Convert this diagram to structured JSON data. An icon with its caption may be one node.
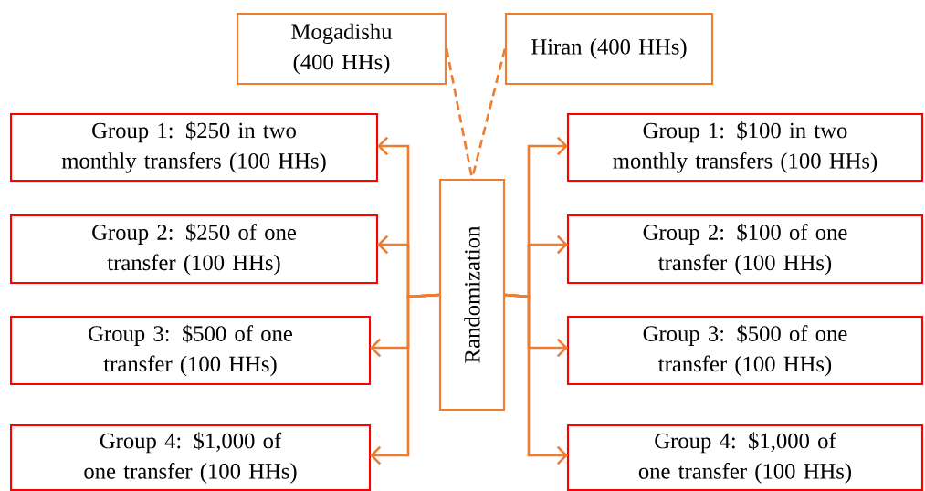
{
  "diagram": {
    "nodes": [
      {
        "text": [
          "Mogadishu (400 HHs)"
        ]
      },
      {
        "text": [
          "Hiran (400 HHs)"
        ]
      },
      {
        "text": [
          "Randomization"
        ]
      },
      {
        "text": [
          "Group 1: $250 in two monthly transfers (100 HHs)"
        ]
      },
      {
        "text": [
          "Group 2: $250 of one transfer (100 HHs)"
        ]
      },
      {
        "text": [
          "Group 3: $500 of one transfer (100 HHs)"
        ]
      },
      {
        "text": [
          "Group 4: $1,000 of one transfer (100 HHs)"
        ]
      },
      {
        "text": [
          "Group 1: $100 in two monthly transfers (100 HHs)"
        ]
      },
      {
        "text": [
          "Group 2: $100 of one transfer (100 HHs)"
        ]
      },
      {
        "text": [
          "Group 3: $500 of one transfer (100 HHs)"
        ]
      },
      {
        "text": [
          "Group 4: $1,000 of one transfer (100 HHs)"
        ]
      }
    ],
    "edges": [
      {
        "from": 0,
        "to": 2,
        "arrow": "none",
        "style": "dashed"
      },
      {
        "from": 1,
        "to": 2,
        "arrow": "none",
        "style": "dashed"
      },
      {
        "from": 2,
        "to": 3,
        "arrow": "to"
      },
      {
        "from": 2,
        "to": 4,
        "arrow": "to"
      },
      {
        "from": 2,
        "to": 5,
        "arrow": "to"
      },
      {
        "from": 2,
        "to": 6,
        "arrow": "to"
      },
      {
        "from": 2,
        "to": 7,
        "arrow": "to"
      },
      {
        "from": 2,
        "to": 8,
        "arrow": "to"
      },
      {
        "from": 2,
        "to": 9,
        "arrow": "to"
      },
      {
        "from": 2,
        "to": 10,
        "arrow": "to"
      }
    ]
  }
}
